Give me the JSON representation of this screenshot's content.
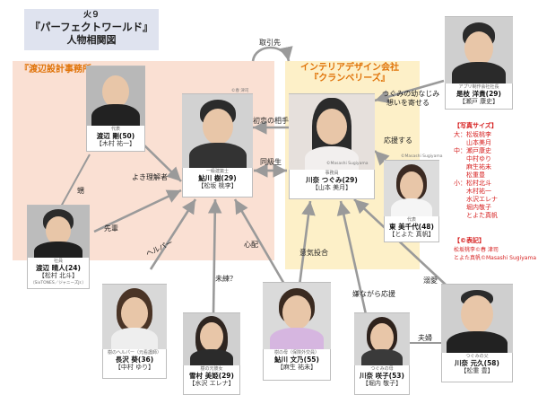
{
  "header": {
    "line1": "火９",
    "line2": "『パーフェクトワールド』",
    "line3": "人物相関図"
  },
  "groups": {
    "watanabe": "『渡辺設計事務所』",
    "cranberries_l1": "インテリアデザイン会社",
    "cranberries_l2": "『クランベリーズ』"
  },
  "people": {
    "watanabe_go": {
      "role": "代表",
      "name": "渡辺 剛(50)",
      "actor": "【木村 祐一】"
    },
    "ayukawa_itsuki": {
      "role": "一級建築士",
      "name": "鮎川 樹(29)",
      "actor": "【松坂 桃李】",
      "credit": "©春 津司"
    },
    "kawana_tsugumi": {
      "role": "事務員",
      "name": "川奈 つぐみ(29)",
      "actor": "【山本 美月】",
      "credit": "©Masashi Sugiyama"
    },
    "koresue_hiroki": {
      "role": "アプリ制作会社社長",
      "name": "是枝 洋貴(29)",
      "actor": "【瀬戸 康史】"
    },
    "azuma_michiyo": {
      "role": "代表",
      "name": "東 美千代(48)",
      "actor": "【とよた 真帆】",
      "credit": "©Masashi Sugiyama"
    },
    "watanabe_haruto": {
      "role": "社員",
      "name": "渡辺 晴人(24)",
      "actor": "【松村 北斗】",
      "credit": "（SixTONES／ジャニーズJr.）"
    },
    "nagasawa_aoi": {
      "role": "樹のヘルパー（元看護師）",
      "name": "長沢 葵(36)",
      "actor": "【中村 ゆり】"
    },
    "yukimura_miwa": {
      "role": "樹の元彼女",
      "name": "雪村 美姫(29)",
      "actor": "【水沢 エレナ】"
    },
    "ayukawa_fumiyo": {
      "role": "樹の母（保険外交員）",
      "name": "鮎川 文乃(55)",
      "actor": "【麻生 祐未】"
    },
    "kawana_sakiko": {
      "role": "つぐみの母",
      "name": "川奈 咲子(53)",
      "actor": "【堀内 敬子】"
    },
    "kawana_motohisa": {
      "role": "つぐみの父",
      "name": "川奈 元久(58)",
      "actor": "【松重 豊】"
    }
  },
  "relations": {
    "torihikisaki": "取引先",
    "hatsukoi": "初恋の相手",
    "dokyusei": "同級生",
    "osananajimi_1": "つぐみの幼なじみ",
    "osananajimi_2": "想いを寄せる",
    "oen": "応援する",
    "yoki_rikaisha": "よき理解者",
    "oi": "甥",
    "senpai": "先輩",
    "helper": "ヘルパー",
    "miren": "未練？",
    "shinpai": "心配",
    "iki_togo": "意気投合",
    "iyagara": "嫌ながら応援",
    "dekiai": "溺愛",
    "fufu": "夫婦"
  },
  "notes": {
    "photo_size_title": "【写真サイズ】",
    "photo_sizes": [
      "大：松坂桃李",
      "　　山本美月",
      "中：瀬戸康史",
      "　　中村ゆり",
      "　　麻生祐未",
      "　　松重豊",
      "小：松村北斗",
      "　　木村祐一",
      "　　水沢エレナ",
      "　　堀内敬子",
      "　　とよた真帆"
    ],
    "cover_title": "【©表記】",
    "cover_line1": "松坂桃李©春 津司",
    "cover_line2": "とよた真帆©Masashi Sugiyama"
  },
  "colors": {
    "orange_region": "#fae0d3",
    "yellow_region": "#fdf0c8",
    "group_title": "#e0740a",
    "accent_red": "#d61f1f",
    "title_bg": "#dfe3ef"
  }
}
